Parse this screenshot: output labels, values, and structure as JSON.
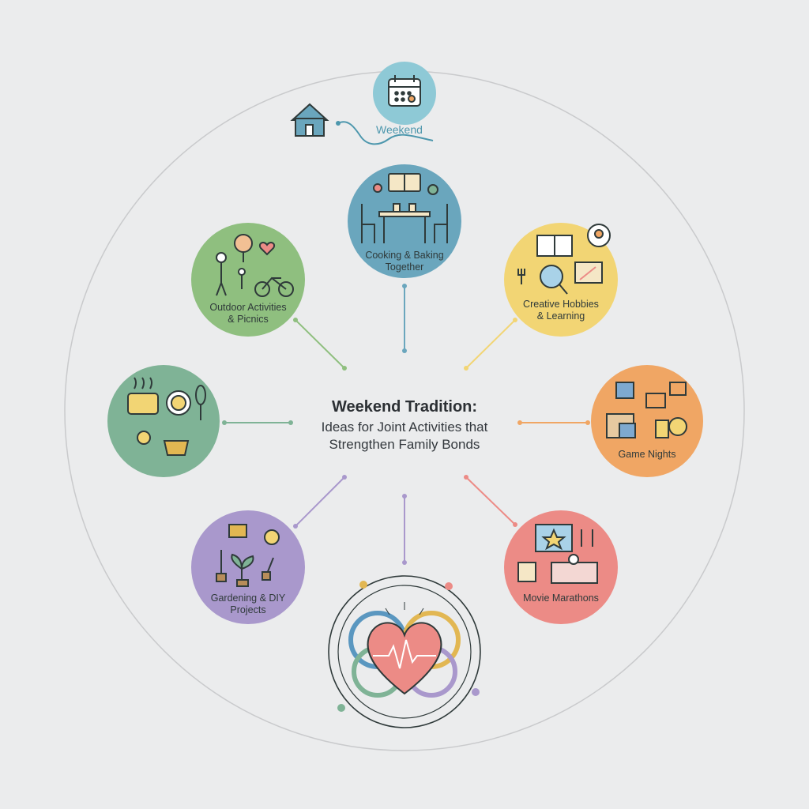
{
  "center": {
    "title": "Weekend Tradition:",
    "subtitle_line1": "Ideas for Joint Activities that",
    "subtitle_line2": "Strengthen Family Bonds"
  },
  "top_badge": {
    "label": "Weekend",
    "icon": "calendar-icon",
    "side_icon": "house-icon"
  },
  "activities": [
    {
      "id": "cooking",
      "line1": "Cooking & Baking",
      "line2": "Together",
      "color": "#6aa6bd",
      "icons": [
        "dining-table-icon",
        "recipe-book-icon"
      ]
    },
    {
      "id": "creative",
      "line1": "Creative Hobbies",
      "line2": "& Learning",
      "color": "#f2d574",
      "icons": [
        "book-icon",
        "magnifier-icon",
        "painting-icon",
        "idea-bubble-icon"
      ]
    },
    {
      "id": "games",
      "line1": "Game Nights",
      "line2": "",
      "color": "#f0a664",
      "icons": [
        "puzzle-icon",
        "cards-icon"
      ]
    },
    {
      "id": "movies",
      "line1": "Movie Marathons",
      "line2": "",
      "color": "#ec8b86",
      "icons": [
        "tv-star-icon",
        "popcorn-icon",
        "couch-icon"
      ]
    },
    {
      "id": "garden",
      "line1": "Gardening & DIY",
      "line2": "Projects",
      "color": "#a998cc",
      "icons": [
        "watering-can-icon",
        "shovel-icon",
        "seedling-icon",
        "sun-icon"
      ]
    },
    {
      "id": "kitchen",
      "line1": "",
      "line2": "",
      "color": "#7fb396",
      "icons": [
        "pot-icon",
        "smiley-plate-icon",
        "whisk-icon",
        "sun-icon",
        "basket-icon"
      ]
    },
    {
      "id": "outdoor",
      "line1": "Outdoor Activities",
      "line2": "& Picnics",
      "color": "#8fbf7f",
      "icons": [
        "tree-icon",
        "heart-icon",
        "family-icon",
        "bicycle-icon"
      ]
    }
  ],
  "bottom_icon": "heart-rings-icon",
  "colors": {
    "ring": "#c9cacc",
    "background": "#ebeced"
  }
}
